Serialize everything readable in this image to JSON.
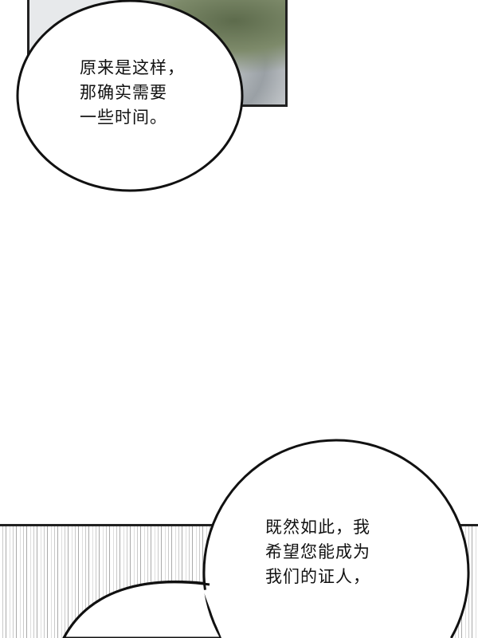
{
  "bubble1": {
    "lines": [
      "原来是这样，",
      "那确实需要",
      "一些时间。"
    ]
  },
  "bubble2": {
    "lines": [
      "既然如此，我",
      "希望您能成为",
      "我们的证人，"
    ]
  },
  "colors": {
    "border": "#222222",
    "bubble_fill": "#ffffff",
    "text": "#111111"
  }
}
